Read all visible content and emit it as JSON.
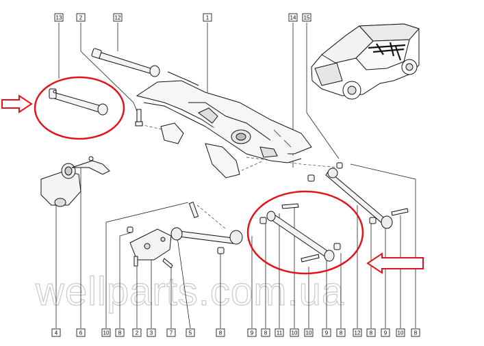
{
  "diagram": {
    "watermark": "wellparts.com.ua",
    "top_callouts": [
      "13",
      "2",
      "12",
      "1",
      "14",
      "15"
    ],
    "bottom_callouts": [
      "4",
      "6",
      "10",
      "8",
      "2",
      "3",
      "7",
      "5",
      "8",
      "9",
      "8",
      "11",
      "10",
      "10",
      "9",
      "8",
      "12",
      "8",
      "9",
      "10",
      "8"
    ],
    "colors": {
      "highlight": "#e3121b",
      "line": "#1a1a1a",
      "part_fill": "#f4f4f4",
      "watermark": "#c8c8c8"
    }
  }
}
